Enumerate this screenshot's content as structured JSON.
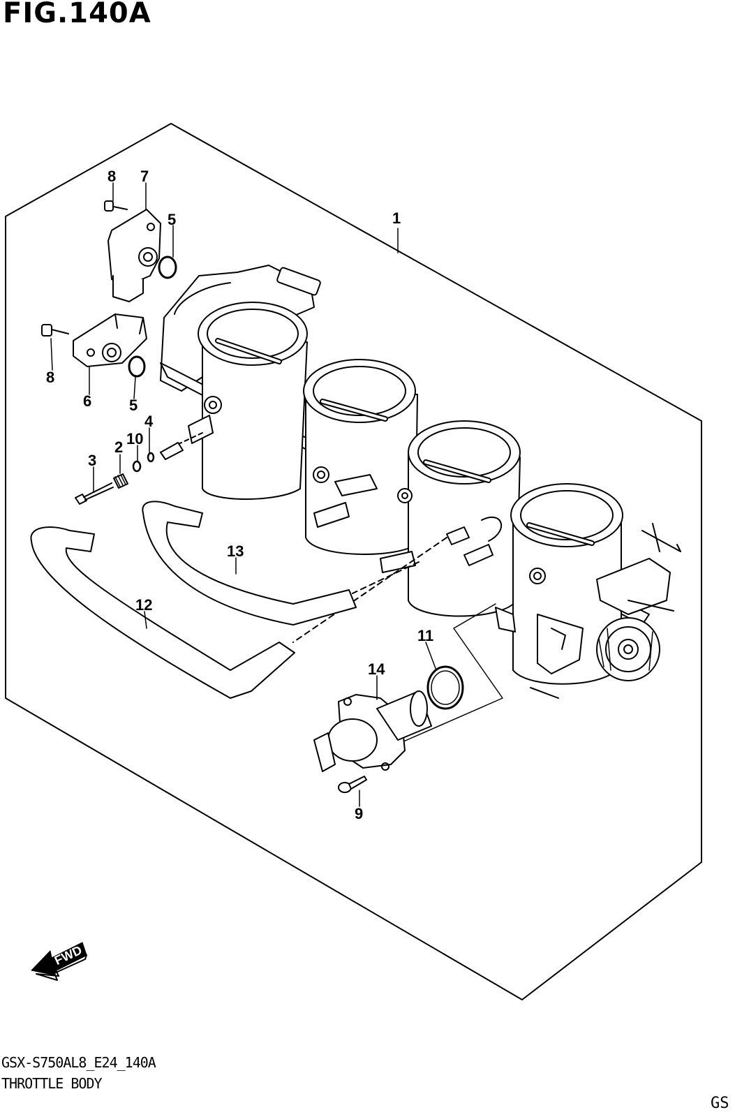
{
  "figure_title": "FIG.140A",
  "figure_code": "GSX-S750AL8_E24_140A",
  "figure_caption": "THROTTLE BODY",
  "corner_text": "GS",
  "fwd_label": "FWD",
  "callouts": {
    "c1": "1",
    "c2": "2",
    "c3": "3",
    "c4": "4",
    "c5a": "5",
    "c5b": "5",
    "c6": "6",
    "c7": "7",
    "c8a": "8",
    "c8b": "8",
    "c9": "9",
    "c10": "10",
    "c11": "11",
    "c12": "12",
    "c13": "13",
    "c14": "14"
  }
}
